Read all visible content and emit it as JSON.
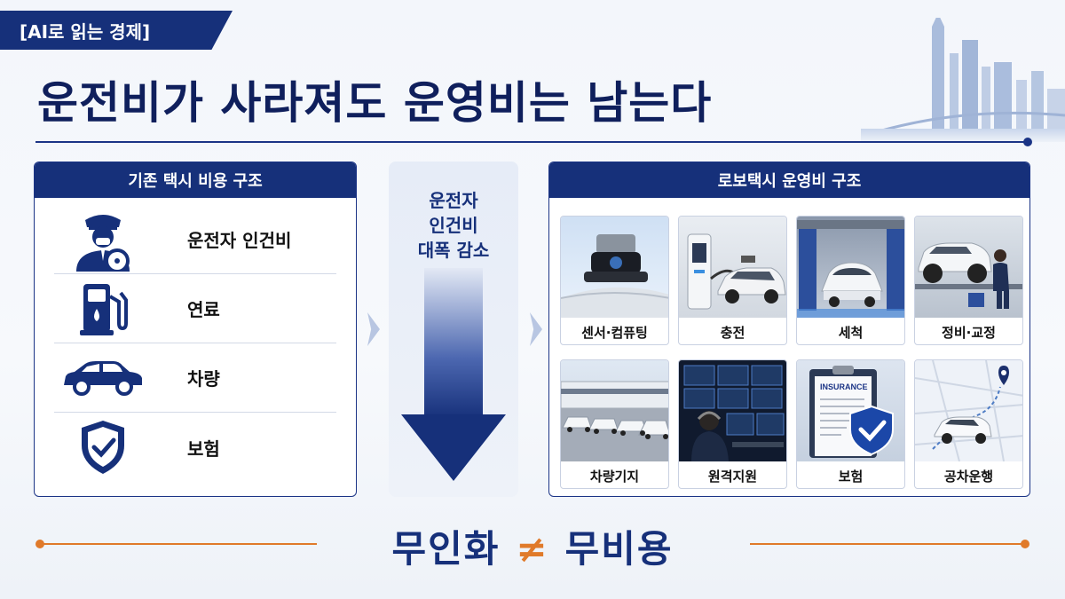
{
  "tag": "[AI로 읽는 경제]",
  "title": "운전비가 사라져도 운영비는 남는다",
  "left_panel": {
    "heading": "기존 택시 비용 구조",
    "items": [
      {
        "label": "운전자 인건비",
        "icon": "driver-icon"
      },
      {
        "label": "연료",
        "icon": "fuel-pump-icon"
      },
      {
        "label": "차량",
        "icon": "car-icon"
      },
      {
        "label": "보험",
        "icon": "shield-check-icon"
      }
    ]
  },
  "middle": {
    "line1": "운전자",
    "line2": "인건비",
    "line3": "대폭 감소",
    "icon": "down-arrow-icon"
  },
  "right_panel": {
    "heading": "로보택시 운영비 구조",
    "items": [
      {
        "label": "센서·컴퓨팅",
        "image": "lidar-sensor-photo"
      },
      {
        "label": "충전",
        "image": "ev-charging-photo"
      },
      {
        "label": "세척",
        "image": "car-wash-photo"
      },
      {
        "label": "정비·교정",
        "image": "maintenance-photo"
      },
      {
        "label": "차량기지",
        "image": "depot-photo"
      },
      {
        "label": "원격지원",
        "image": "remote-ops-photo"
      },
      {
        "label": "보험",
        "image": "insurance-photo",
        "image_text": "INSURANCE"
      },
      {
        "label": "공차운행",
        "image": "map-route-photo"
      }
    ]
  },
  "bottom": {
    "left": "무인화",
    "symbol": "≠",
    "right": "무비용"
  },
  "colors": {
    "navy": "#16307a",
    "accent_orange": "#e07a2a",
    "panel_border": "#1b3486"
  }
}
